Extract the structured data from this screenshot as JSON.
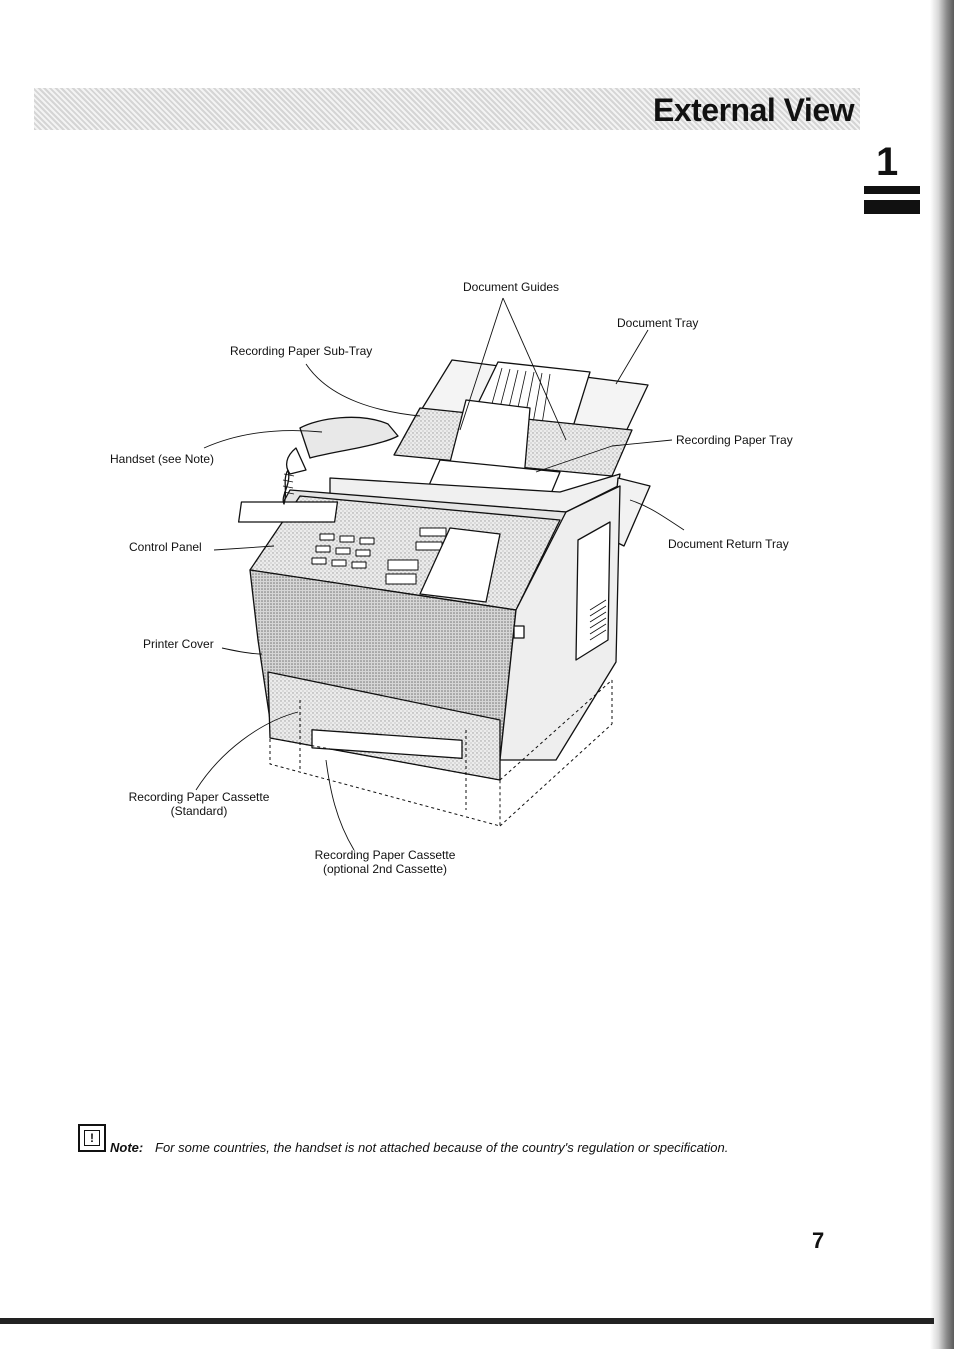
{
  "header": {
    "title": "External View",
    "chapter": "1"
  },
  "labels": {
    "document_guides": "Document Guides",
    "document_tray": "Document Tray",
    "recording_paper_sub_tray": "Recording Paper Sub-Tray",
    "recording_paper_tray": "Recording Paper Tray",
    "handset": "Handset (see Note)",
    "document_return_tray": "Document Return Tray",
    "control_panel": "Control Panel",
    "printer_cover": "Printer Cover",
    "cassette_standard_line1": "Recording Paper Cassette",
    "cassette_standard_line2": "(Standard)",
    "cassette_optional_line1": "Recording Paper Cassette",
    "cassette_optional_line2": "(optional 2nd Cassette)"
  },
  "note": {
    "label": "Note:",
    "text": "For some countries, the handset is not attached because of the country's regulation or specification."
  },
  "footer": {
    "page_number": "7"
  }
}
